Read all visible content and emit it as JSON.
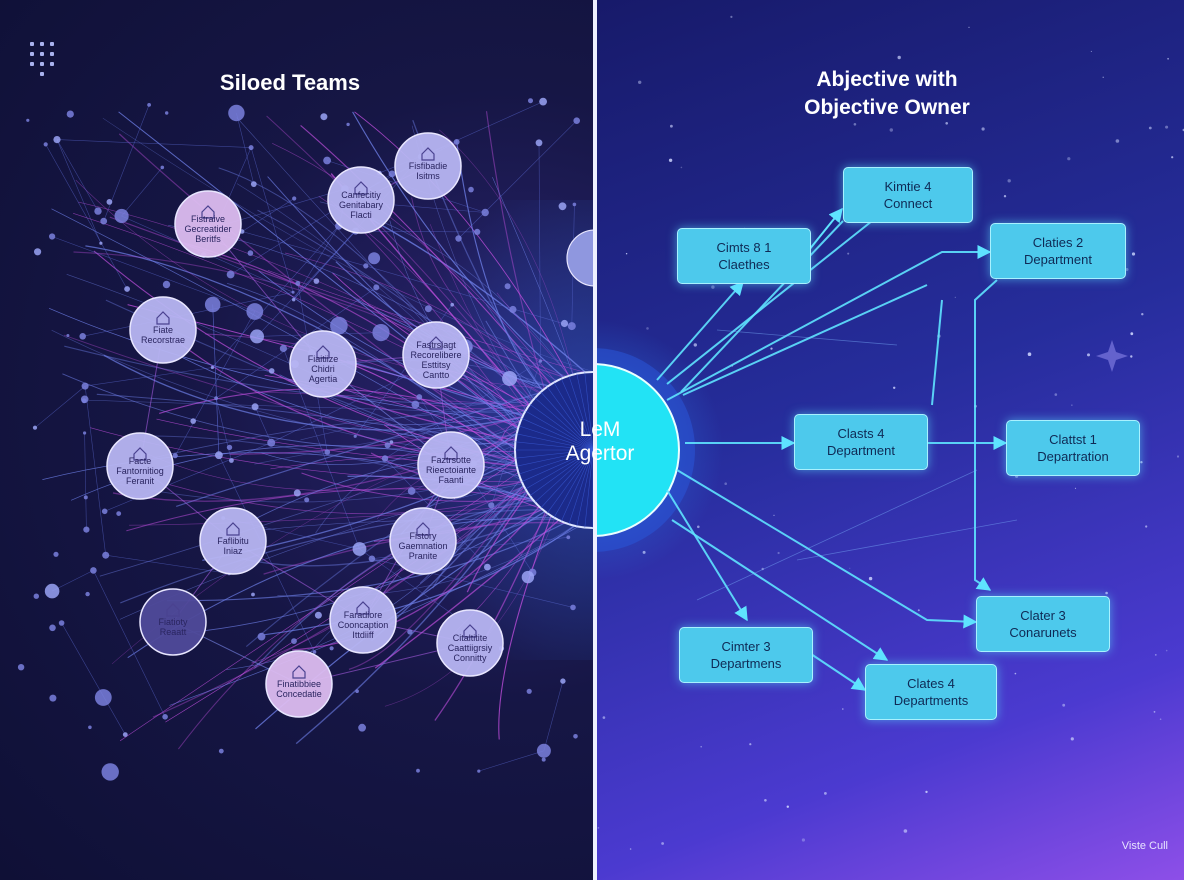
{
  "left": {
    "title": "Siloed Teams",
    "nodes": [
      {
        "lines": [
          "Fistraive",
          "Gecreatider",
          "Beritfs"
        ],
        "tone": "pink"
      },
      {
        "lines": [
          "Canfecitiy",
          "Genitabary",
          "Flacti"
        ],
        "tone": "lavender"
      },
      {
        "lines": [
          "Fisfibadie",
          "Isitms"
        ],
        "tone": "lavender"
      },
      {
        "lines": [
          "Fiate",
          "Recorstrae"
        ],
        "tone": "lavender"
      },
      {
        "lines": [
          "Fiaitiize",
          "Chidri",
          "Agertia"
        ],
        "tone": "lavender"
      },
      {
        "lines": [
          "Fastrsiagt",
          "Recorelibere",
          "Esttitsy",
          "Cantto"
        ],
        "tone": "lavender"
      },
      {
        "lines": [
          "Facte",
          "Fantornitiog",
          "Feranit"
        ],
        "tone": "lavender"
      },
      {
        "lines": [
          "Faztrsotte",
          "Rieectoiante",
          "Faanti"
        ],
        "tone": "lavender"
      },
      {
        "lines": [
          "Faflibitu",
          "Iniaz"
        ],
        "tone": "lavender"
      },
      {
        "lines": [
          "Fistory",
          "Gaemnation",
          "Pranite"
        ],
        "tone": "lavender"
      },
      {
        "lines": [
          "Fiatioty",
          "Reaatt"
        ],
        "tone": "dark"
      },
      {
        "lines": [
          "Faradiore",
          "Cooncaption",
          "Ittdiiff"
        ],
        "tone": "lavender"
      },
      {
        "lines": [
          "Citaltitite",
          "Caattiigrsiy",
          "Connitty"
        ],
        "tone": "lavender"
      },
      {
        "lines": [
          "Finatibbiee",
          "Concedatie"
        ],
        "tone": "pink"
      }
    ]
  },
  "hub": {
    "line1": "LeM",
    "line2": "Agertor"
  },
  "right": {
    "title_line1": "Abjective with",
    "title_line2": "Objective Owner",
    "boxes": [
      {
        "line1": "Kimtie 4",
        "line2": "Connect"
      },
      {
        "line1": "Cimts 8 1",
        "line2": "Claethes"
      },
      {
        "line1": "Claties 2",
        "line2": "Department"
      },
      {
        "line1": "Clasts 4",
        "line2": "Department"
      },
      {
        "line1": "Clattst 1",
        "line2": "Departration"
      },
      {
        "line1": "Clater 3",
        "line2": "Conarunets"
      },
      {
        "line1": "Cimter 3",
        "line2": "Departmens"
      },
      {
        "line1": "Clates 4",
        "line2": "Departments"
      }
    ]
  },
  "watermark": "Viste Cull",
  "colors": {
    "hub": "#22e3f5",
    "box_fill": "#4dc9ec",
    "arrow": "#5fe3ff",
    "node_lavender": "#b7b5f2",
    "node_pink": "#dcbcf0",
    "node_dark": "#4f4a9a"
  }
}
